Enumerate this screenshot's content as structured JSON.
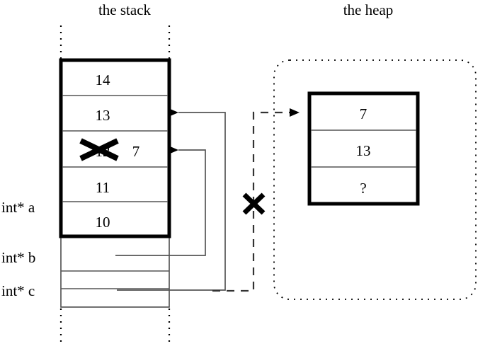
{
  "diagram": {
    "title_stack": "the stack",
    "title_heap": "the heap",
    "stack": {
      "active_cells": [
        {
          "value": "14"
        },
        {
          "value": "13"
        },
        {
          "value": "12",
          "struck": true,
          "annotation": "7"
        },
        {
          "value": "11"
        },
        {
          "value": "10"
        }
      ],
      "variable_rows": [
        {
          "label": "int* a",
          "value": "10"
        },
        {
          "label": "int* b",
          "value": ""
        },
        {
          "label": "int* c",
          "value": ""
        }
      ]
    },
    "heap": {
      "cells": [
        {
          "value": "7"
        },
        {
          "value": "13"
        },
        {
          "value": "?"
        }
      ]
    },
    "annotations": {
      "struck_stack_value": "12",
      "new_stack_value": "7",
      "invalid_pointer_mark": "X",
      "unknown_value": "?"
    },
    "colors": {
      "ink": "#000000",
      "thin_rule": "#555555",
      "background": "#ffffff"
    }
  }
}
